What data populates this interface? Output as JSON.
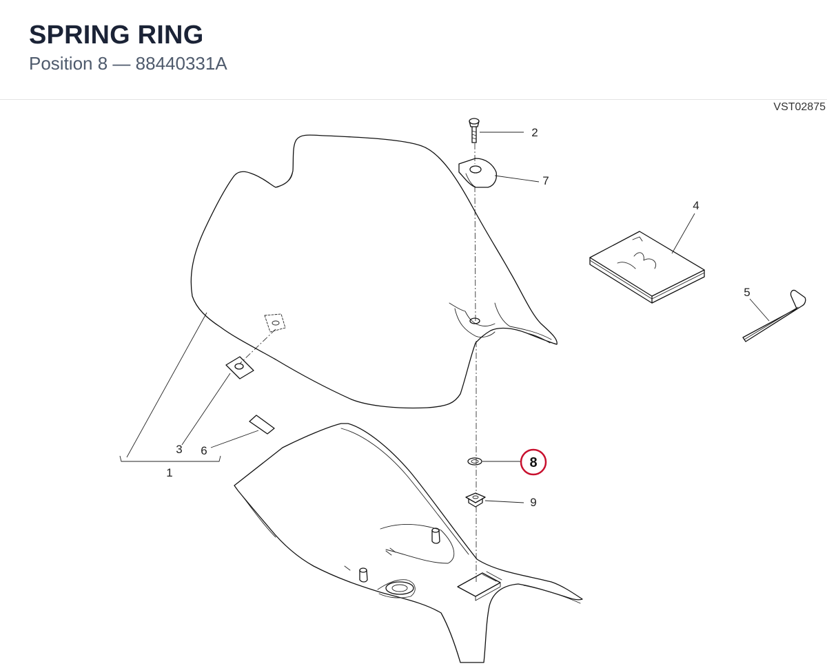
{
  "header": {
    "title": "SPRING RING",
    "position_label": "Position 8",
    "separator": "—",
    "part_number": "88440331A"
  },
  "diagram": {
    "code": "VST02875",
    "highlight_color": "#c8102e",
    "callouts": {
      "c1": "1",
      "c2": "2",
      "c3": "3",
      "c4": "4",
      "c5": "5",
      "c6": "6",
      "c7": "7",
      "c8": "8",
      "c9": "9"
    }
  }
}
